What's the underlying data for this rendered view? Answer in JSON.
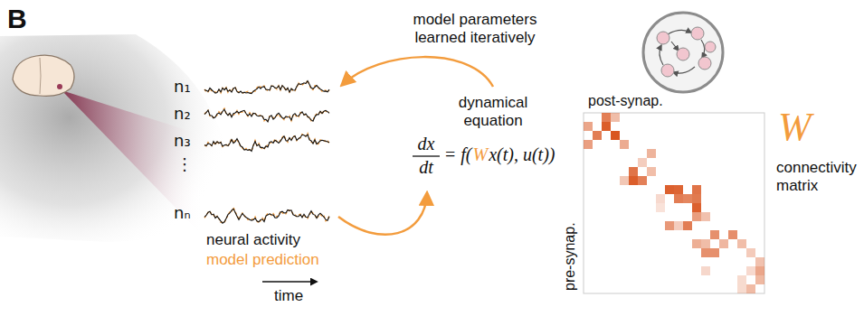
{
  "diagram": {
    "labels": [
      "B",
      "model parameters learned iteratively",
      "n₁",
      "n₂",
      "n₃",
      "⋮",
      "nₙ",
      "dynamical equation",
      "dx",
      "dt",
      "=",
      "f(",
      "W",
      "x(t), u(t))",
      "neural activity",
      "model prediction",
      "time",
      "post-synap.",
      "pre-synap.",
      "W",
      "connectivity matrix"
    ]
  }
}
